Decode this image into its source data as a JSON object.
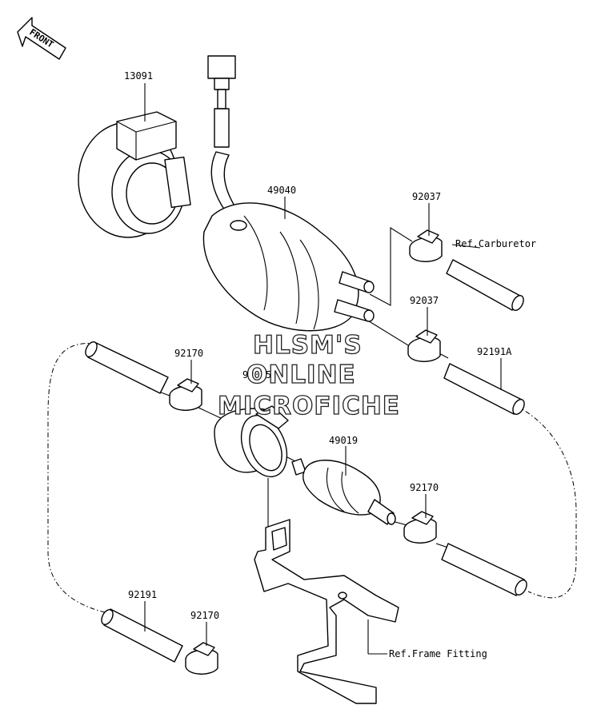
{
  "orientation_badge": "FRONT",
  "parts": {
    "p13091": "13091",
    "p49040": "49040",
    "p92037a": "92037",
    "p92037b": "92037",
    "p92170a": "92170",
    "p92075": "92075",
    "p49019": "49019",
    "p92170b": "92170",
    "p92191a": "92191A",
    "p92191": "92191",
    "p92170c": "92170"
  },
  "refs": {
    "carburetor": "Ref.Carburetor",
    "frame": "Ref.Frame Fitting"
  },
  "watermark": {
    "line1": "HLSM'S",
    "line2": "ONLINE",
    "line3": "MICROFICHE"
  }
}
